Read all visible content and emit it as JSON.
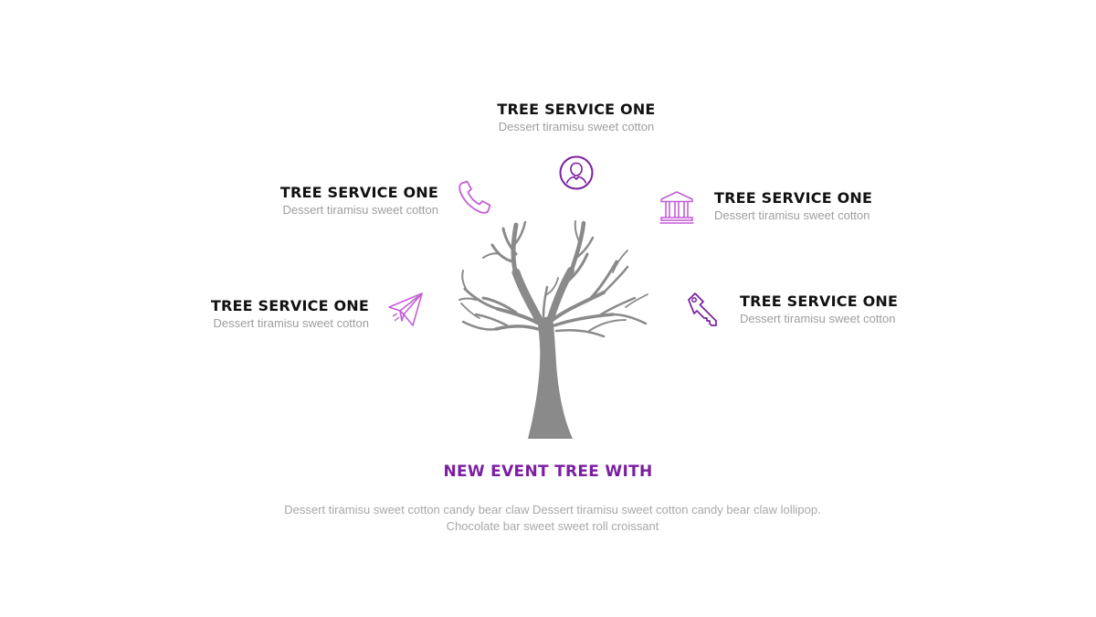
{
  "colors": {
    "accent": "#7b1fa2",
    "icon_light": "#c45fd6",
    "tree": "#8a8a8a",
    "title": "#111111",
    "muted": "#9e9e9e"
  },
  "services": [
    {
      "title": "TREE SERVICE ONE",
      "desc": "Dessert tiramisu sweet cotton",
      "icon": "user-icon"
    },
    {
      "title": "TREE SERVICE ONE",
      "desc": "Dessert tiramisu sweet cotton",
      "icon": "phone-icon"
    },
    {
      "title": "TREE SERVICE ONE",
      "desc": "Dessert tiramisu sweet cotton",
      "icon": "bank-icon"
    },
    {
      "title": "TREE SERVICE ONE",
      "desc": "Dessert tiramisu sweet cotton",
      "icon": "paper-plane-icon"
    },
    {
      "title": "TREE SERVICE ONE",
      "desc": "Dessert tiramisu sweet cotton",
      "icon": "key-icon"
    }
  ],
  "main": {
    "title": "NEW EVENT TREE WITH",
    "desc": "Dessert tiramisu sweet cotton candy bear claw Dessert tiramisu sweet cotton candy bear claw lollipop. Chocolate bar sweet sweet roll croissant"
  }
}
